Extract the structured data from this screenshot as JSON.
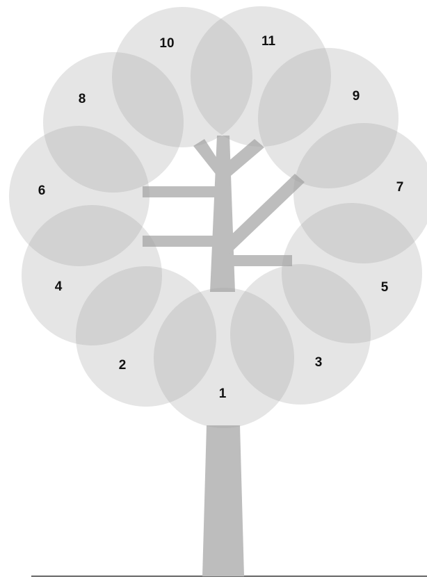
{
  "colors": {
    "trunk": "#bdbdbd",
    "circle_fill": "#d6d6d6",
    "label": "#111111",
    "ground": "#333333"
  },
  "circles": [
    {
      "label": "1"
    },
    {
      "label": "2"
    },
    {
      "label": "3"
    },
    {
      "label": "4"
    },
    {
      "label": "5"
    },
    {
      "label": "6"
    },
    {
      "label": "7"
    },
    {
      "label": "8"
    },
    {
      "label": "9"
    },
    {
      "label": "10"
    },
    {
      "label": "11"
    }
  ]
}
